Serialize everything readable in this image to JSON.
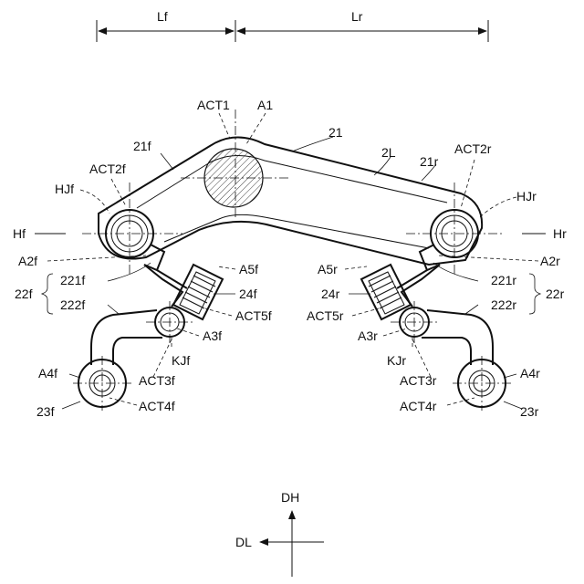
{
  "labels": {
    "Lf": "Lf",
    "Lr": "Lr",
    "ACT1": "ACT1",
    "A1": "A1",
    "n21": "21",
    "n2L": "2L",
    "n21f": "21f",
    "n21r": "21r",
    "ACT2f": "ACT2f",
    "ACT2r": "ACT2r",
    "HJf": "HJf",
    "HJr": "HJr",
    "Hf": "Hf",
    "Hr": "Hr",
    "A2f": "A2f",
    "A2r": "A2r",
    "A5f": "A5f",
    "A5r": "A5r",
    "n221f": "221f",
    "n221r": "221r",
    "n22f": "22f",
    "n22r": "22r",
    "n222f": "222f",
    "n222r": "222r",
    "n24f": "24f",
    "n24r": "24r",
    "ACT5f": "ACT5f",
    "ACT5r": "ACT5r",
    "A3f": "A3f",
    "A3r": "A3r",
    "KJf": "KJf",
    "KJr": "KJr",
    "A4f": "A4f",
    "A4r": "A4r",
    "ACT3f": "ACT3f",
    "ACT3r": "ACT3r",
    "ACT4f": "ACT4f",
    "ACT4r": "ACT4r",
    "n23f": "23f",
    "n23r": "23r",
    "DH": "DH",
    "DL": "DL"
  }
}
